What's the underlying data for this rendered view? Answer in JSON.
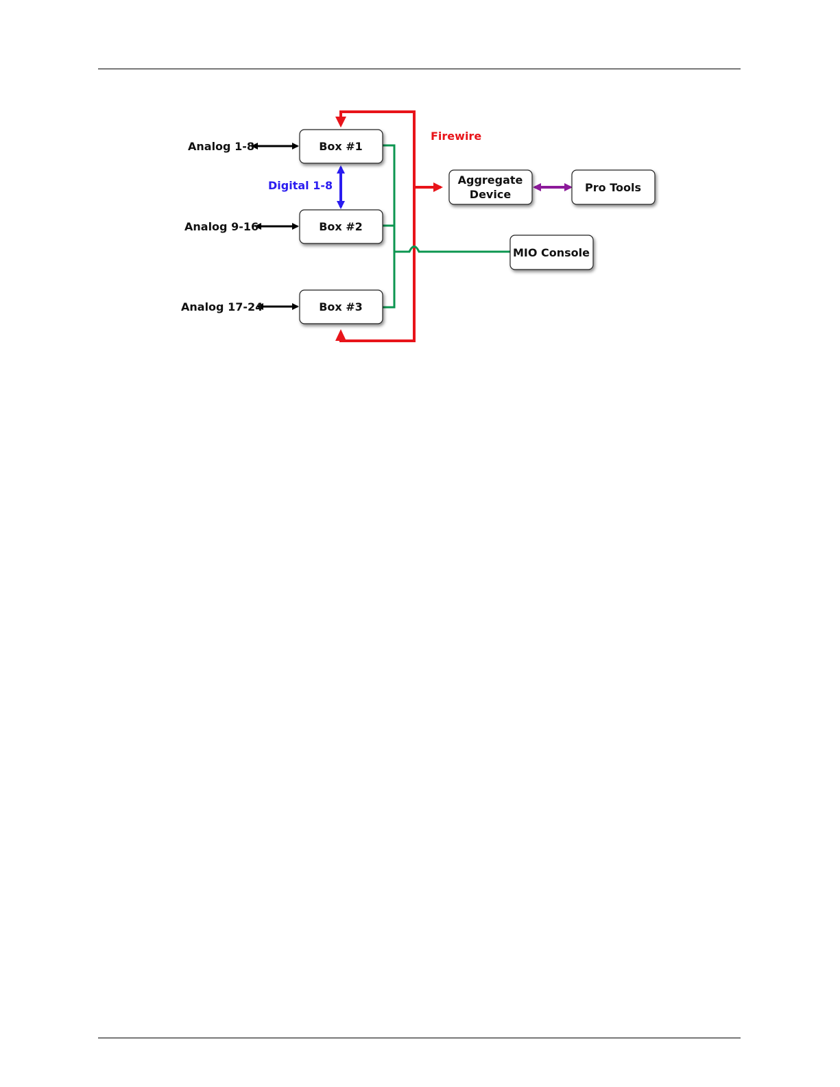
{
  "nodes": {
    "box1": "Box #1",
    "box2": "Box #2",
    "box3": "Box #3",
    "aggregate_line1": "Aggregate",
    "aggregate_line2": "Device",
    "protools": "Pro Tools",
    "mio": "MIO Console"
  },
  "labels": {
    "analog1": "Analog 1-8",
    "analog2": "Analog 9-16",
    "analog3": "Analog 17-24",
    "digital": "Digital 1-8",
    "firewire": "Firewire"
  },
  "colors": {
    "firewire": "#e8141a",
    "digital": "#2a1cf0",
    "sync": "#0c9650",
    "protools_link": "#8c1a9a",
    "analog": "#000000"
  }
}
